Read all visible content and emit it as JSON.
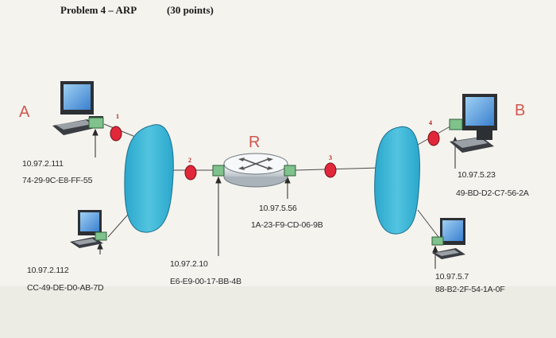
{
  "header": {
    "title": "Problem 4 – ARP",
    "points": "(30 points)"
  },
  "nodes": {
    "host_a": {
      "label": "A",
      "ip": "10.97.2.111",
      "mac": "74-29-9C-E8-FF-55"
    },
    "host_b": {
      "label": "B",
      "ip": "10.97.5.23",
      "mac": "49-BD-D2-C7-56-2A"
    },
    "host_c": {
      "ip": "10.97.2.112",
      "mac": "CC-49-DE-D0-AB-7D"
    },
    "host_d": {
      "ip": "10.97.5.7",
      "mac": "88-B2-2F-54-1A-0F"
    },
    "router": {
      "label": "R",
      "left_ip": "10.97.2.10",
      "left_mac": "E6-E9-00-17-BB-4B",
      "right_ip": "10.97.5.56",
      "right_mac": "1A-23-F9-CD-06-9B"
    }
  },
  "markers": [
    "1",
    "2",
    "3",
    "4"
  ],
  "colors": {
    "subnet": "#3fb6d6",
    "marker": "#e0283a",
    "label_letter": "#d0574e",
    "adapter": "#7fc28c"
  }
}
